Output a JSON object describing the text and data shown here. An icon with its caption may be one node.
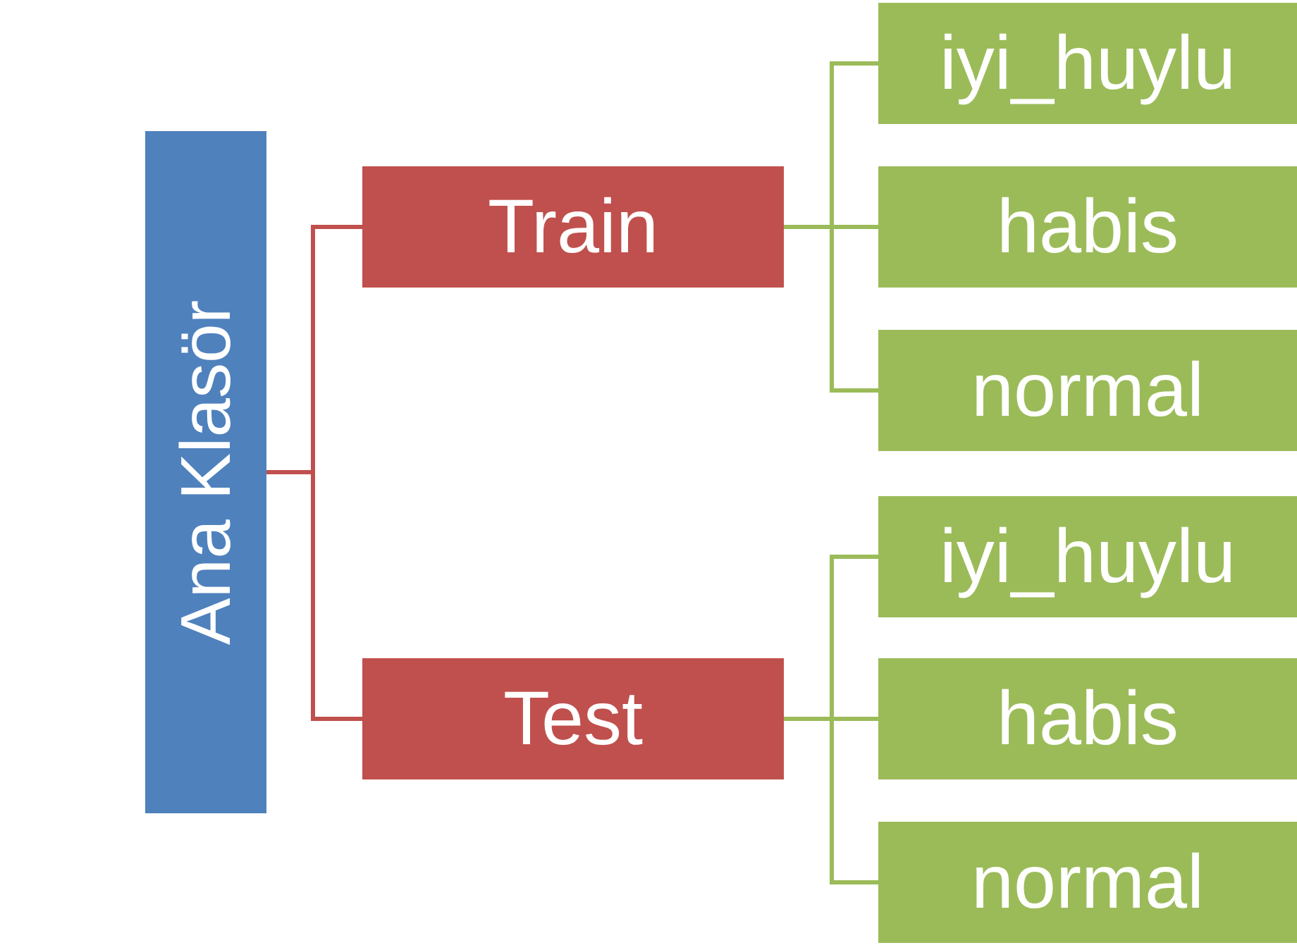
{
  "diagram": {
    "nodes": [
      {
        "text": [
          "Ana Klasör"
        ]
      },
      {
        "text": [
          "Train"
        ]
      },
      {
        "text": [
          "Test"
        ]
      },
      {
        "text": [
          "iyi_huylu"
        ]
      },
      {
        "text": [
          "habis"
        ]
      },
      {
        "text": [
          "normal"
        ]
      },
      {
        "text": [
          "iyi_huylu"
        ]
      },
      {
        "text": [
          "habis"
        ]
      },
      {
        "text": [
          "normal"
        ]
      }
    ],
    "edges": [
      {
        "from": 0,
        "to": 1,
        "arrow": "none",
        "color": "#c0504d"
      },
      {
        "from": 0,
        "to": 2,
        "arrow": "none",
        "color": "#c0504d"
      },
      {
        "from": 1,
        "to": 3,
        "arrow": "none"
      },
      {
        "from": 1,
        "to": 4,
        "arrow": "none"
      },
      {
        "from": 1,
        "to": 5,
        "arrow": "none"
      },
      {
        "from": 2,
        "to": 6,
        "arrow": "none"
      },
      {
        "from": 2,
        "to": 7,
        "arrow": "none"
      },
      {
        "from": 2,
        "to": 8,
        "arrow": "none"
      }
    ]
  }
}
